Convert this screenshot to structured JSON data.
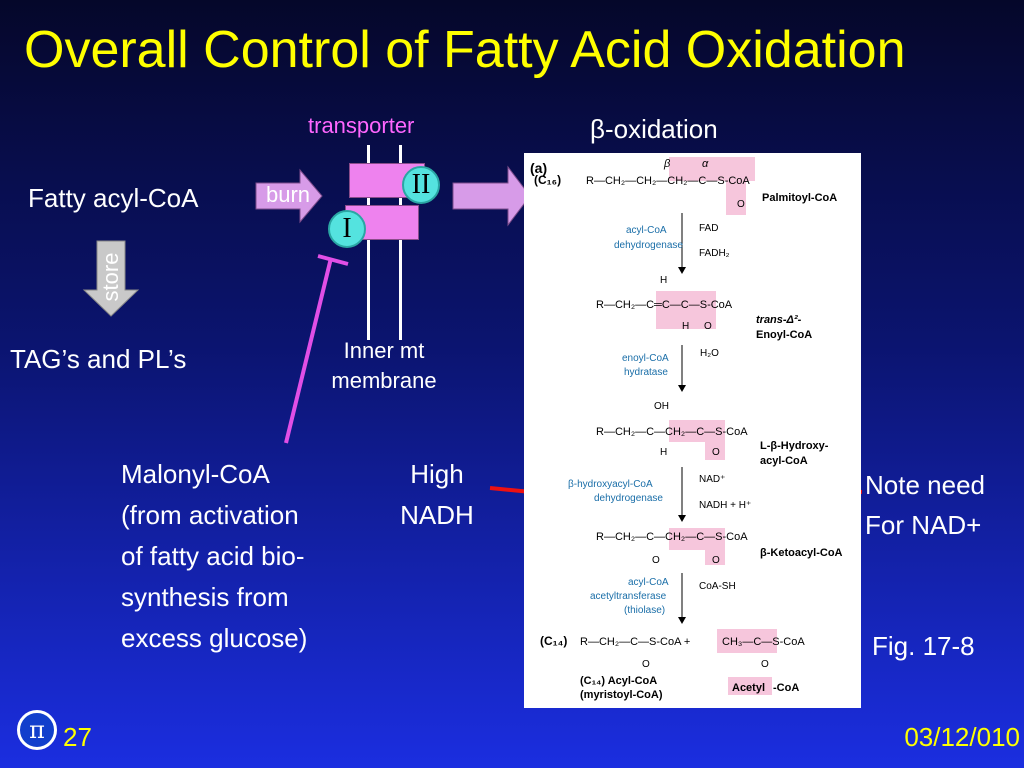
{
  "slide": {
    "title": "Overall Control of Fatty Acid Oxidation",
    "transporter_label": "transporter",
    "transporter_I": "I",
    "transporter_II": "II",
    "beta_oxidation_label": "β-oxidation",
    "fatty_acyl_coa": "Fatty acyl-CoA",
    "burn_label": "burn",
    "store_label": "store",
    "tag_pl": "TAG’s and PL’s",
    "membrane_label_1": "Inner mt",
    "membrane_label_2": "membrane",
    "malonyl_lines": [
      "Malonyl-CoA",
      "(from activation",
      "of fatty acid bio-",
      "synthesis from",
      "excess glucose)"
    ],
    "high_nadh_1": "High",
    "high_nadh_2": "NADH",
    "note_1": "Note need",
    "note_2": "For NAD+",
    "fig_ref": "Fig. 17-8",
    "slide_number": "27",
    "date": "03/12/010",
    "logo_glyph": "π"
  },
  "figure": {
    "panel_label": "(a)",
    "c16": "(C₁₆)",
    "beta": "β",
    "alpha": "α",
    "palmitoyl_formula": "R—CH₂—CH₂—CH₂—C—S-CoA",
    "o": "O",
    "h": "H",
    "oh": "OH",
    "palmitoyl_name": "Palmitoyl-CoA",
    "enzyme1_1": "acyl-CoA",
    "enzyme1_2": "dehydrogenase",
    "fad": "FAD",
    "fadh2": "FADH₂",
    "enoyl_formula": "R—CH₂—C═C—C—S-CoA",
    "enoyl_name_1": "trans-Δ²-",
    "enoyl_name_2": "Enoyl-CoA",
    "enzyme2_1": "enoyl-CoA",
    "enzyme2_2": "hydratase",
    "h2o": "H₂O",
    "hydroxy_formula": "R—CH₂—C—CH₂—C—S-CoA",
    "hydroxy_name_1": "L-β-Hydroxy-",
    "hydroxy_name_2": "acyl-CoA",
    "enzyme3_1": "β-hydroxyacyl-CoA",
    "enzyme3_2": "dehydrogenase",
    "nad": "NAD⁺",
    "nadh": "NADH + H⁺",
    "keto_formula": "R—CH₂—C—CH₂—C—S-CoA",
    "keto_name": "β-Ketoacyl-CoA",
    "enzyme4_1": "acyl-CoA",
    "enzyme4_2": "acetyltransferase",
    "enzyme4_3": "(thiolase)",
    "coash": "CoA-SH",
    "c14": "(C₁₄)",
    "product_formula": "R—CH₂—C—S-CoA  +",
    "acetyl_formula": "CH₃—C—S-CoA",
    "product_name_1": "(C₁₄) Acyl-CoA",
    "product_name_2": "(myristoyl-CoA)",
    "acetyl": "Acetyl",
    "acetyl_coa": "-CoA"
  }
}
